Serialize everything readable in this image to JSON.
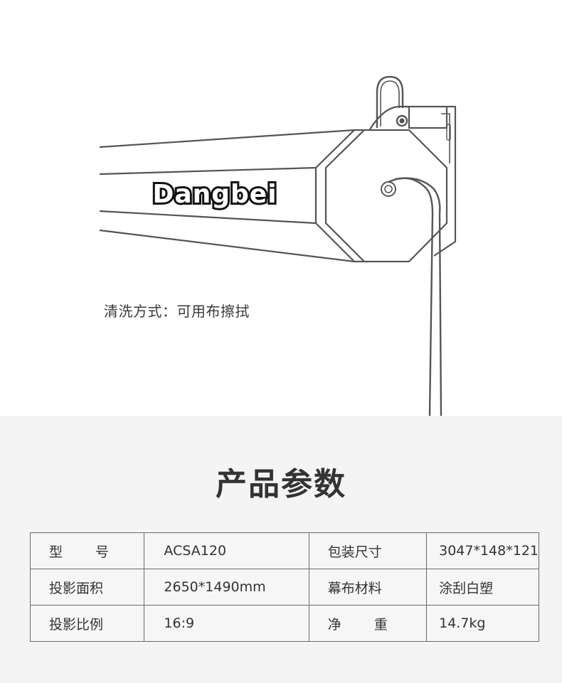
{
  "illustration": {
    "brand": "Dangbei",
    "caption": "清洗方式：可用布擦拭"
  },
  "specs": {
    "title": "产品参数",
    "rows": [
      {
        "label1": [
          "型",
          "号"
        ],
        "value1": "ACSA120",
        "label2": "包装尺寸",
        "value2": "3047*148*121"
      },
      {
        "label1": "投影面积",
        "value1": "2650*1490mm",
        "label2": "幕布材料",
        "value2": "涂刮白塑"
      },
      {
        "label1": "投影比例",
        "value1": "16:9",
        "label2": [
          "净",
          "重"
        ],
        "value2": "14.7kg"
      }
    ]
  }
}
